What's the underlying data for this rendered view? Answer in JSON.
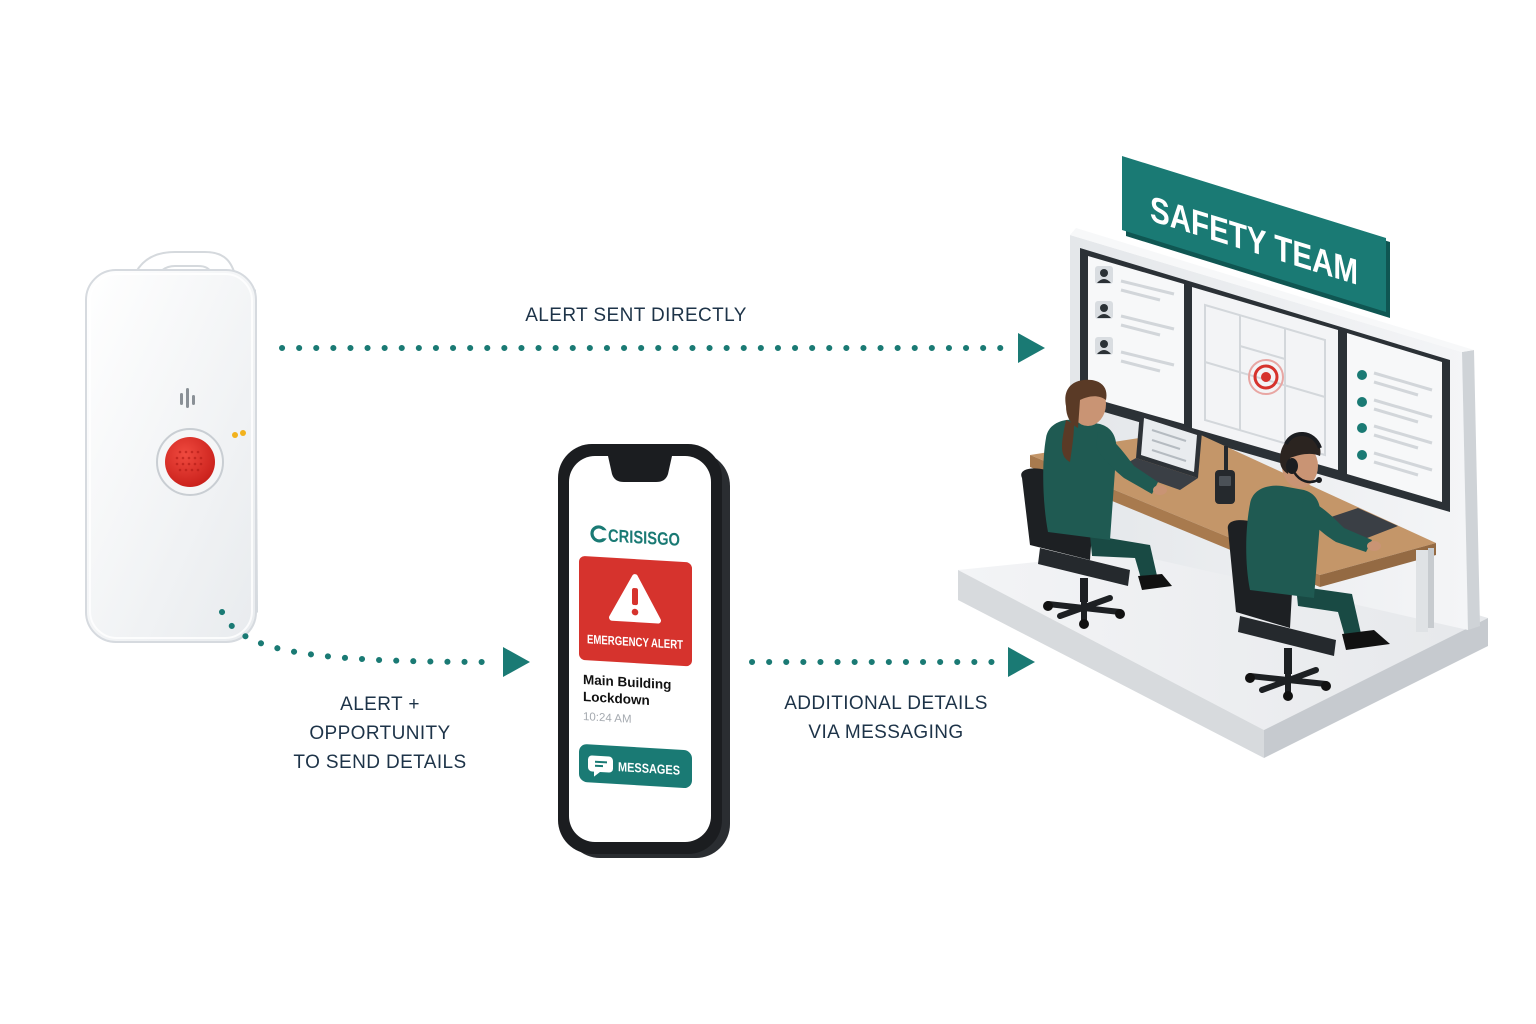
{
  "colors": {
    "teal": "#1a7a74",
    "teal_dark": "#12605b",
    "alert_red": "#d6332d",
    "text_dark": "#1d3348",
    "uniform_green": "#1f5a52",
    "desk_wood": "#b68a5c"
  },
  "flows": {
    "direct": {
      "label": "ALERT SENT DIRECTLY"
    },
    "to_phone": {
      "lines": [
        "ALERT +",
        "OPPORTUNITY",
        "TO SEND DETAILS"
      ]
    },
    "to_team": {
      "lines": [
        "ADDITIONAL DETAILS",
        "VIA MESSAGING"
      ]
    }
  },
  "panic_button": {
    "icon": "panic-button-device"
  },
  "phone": {
    "brand": "CRISISGO",
    "alert_title": "EMERGENCY ALERT",
    "alert_icon": "warning-triangle-icon",
    "message_title_line1": "Main Building",
    "message_title_line2": "Lockdown",
    "message_time": "10:24 AM",
    "messages_button": "MESSAGES",
    "messages_icon": "chat-bubble-icon"
  },
  "safety_team": {
    "sign": "SAFETY TEAM",
    "map_marker_icon": "location-target-icon"
  }
}
